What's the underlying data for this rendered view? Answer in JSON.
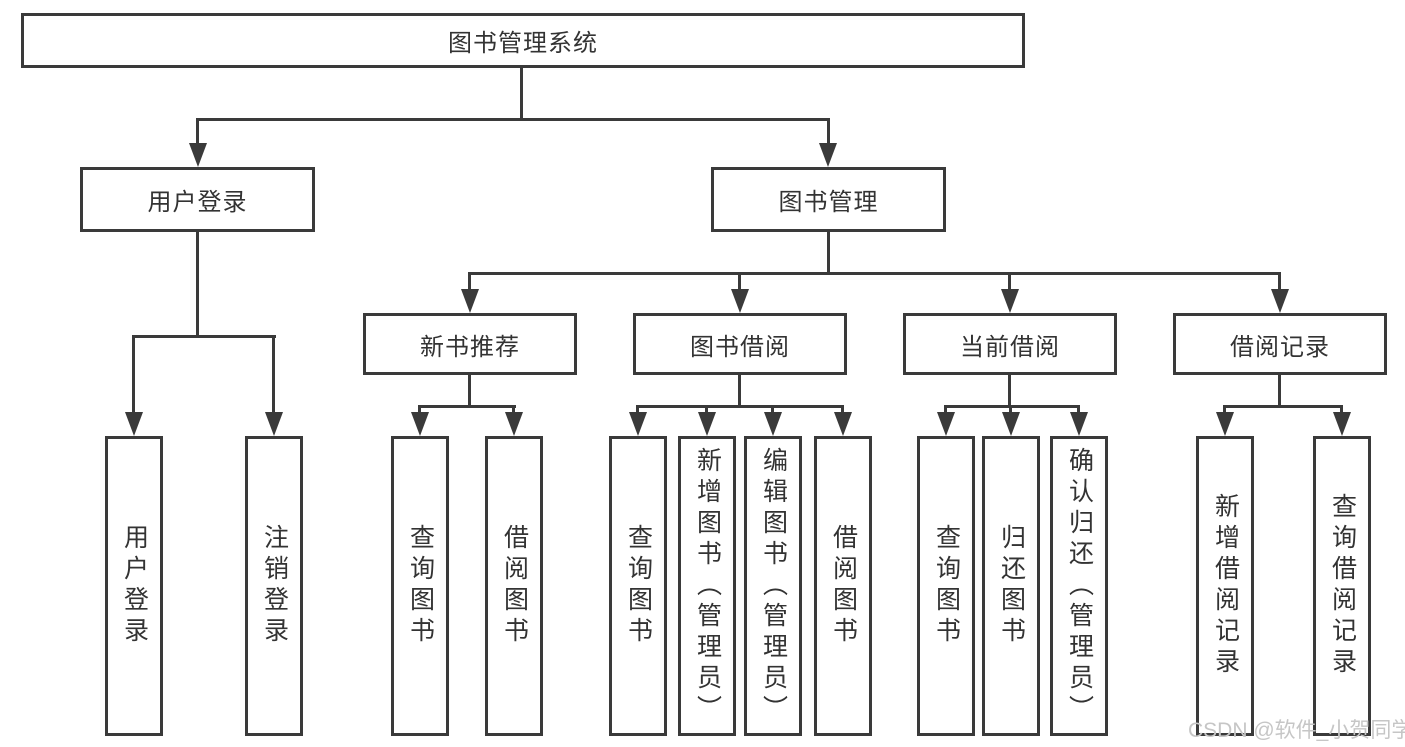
{
  "title": {
    "label": "图书管理系统"
  },
  "level2": [
    {
      "label": "用户登录"
    },
    {
      "label": "图书管理"
    }
  ],
  "level3": [
    {
      "label": "新书推荐"
    },
    {
      "label": "图书借阅"
    },
    {
      "label": "当前借阅"
    },
    {
      "label": "借阅记录"
    }
  ],
  "leaves": [
    {
      "label": "用户登录"
    },
    {
      "label": "注销登录"
    },
    {
      "label": "查询图书"
    },
    {
      "label": "借阅图书"
    },
    {
      "label": "查询图书"
    },
    {
      "label": "新增图书（管理员）"
    },
    {
      "label": "编辑图书（管理员）"
    },
    {
      "label": "借阅图书"
    },
    {
      "label": "查询图书"
    },
    {
      "label": "归还图书"
    },
    {
      "label": "确认归还（管理员）"
    },
    {
      "label": "新增借阅记录"
    },
    {
      "label": "查询借阅记录"
    }
  ],
  "watermark": {
    "text": "CSDN @软件_小贺同学"
  },
  "colors": {
    "line": "#3a3a3a",
    "text": "#333333",
    "watermark": "#c6c6c6",
    "background": "#ffffff"
  }
}
